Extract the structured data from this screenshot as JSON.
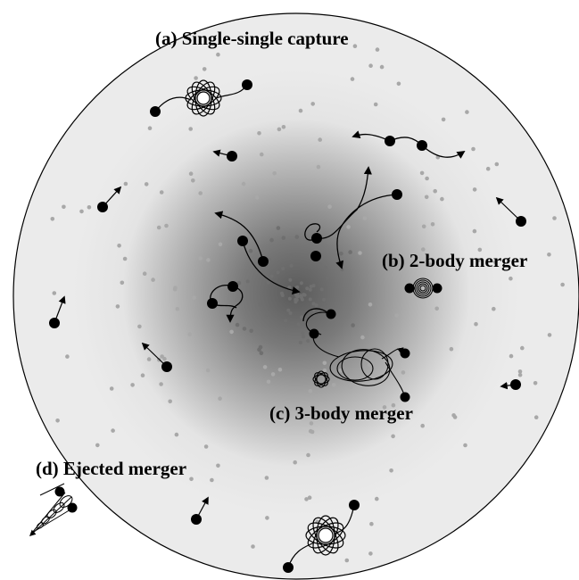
{
  "labels": {
    "a": "(a) Single-single capture",
    "b": "(b) 2-body merger",
    "c": "(c) 3-body merger",
    "d": "(d) Ejected merger"
  },
  "colors": {
    "cluster_outer": "#ebebeb",
    "cluster_core": "#5a5a5a",
    "star_dot": "#a8a8a8",
    "black_hole": "#000000"
  }
}
